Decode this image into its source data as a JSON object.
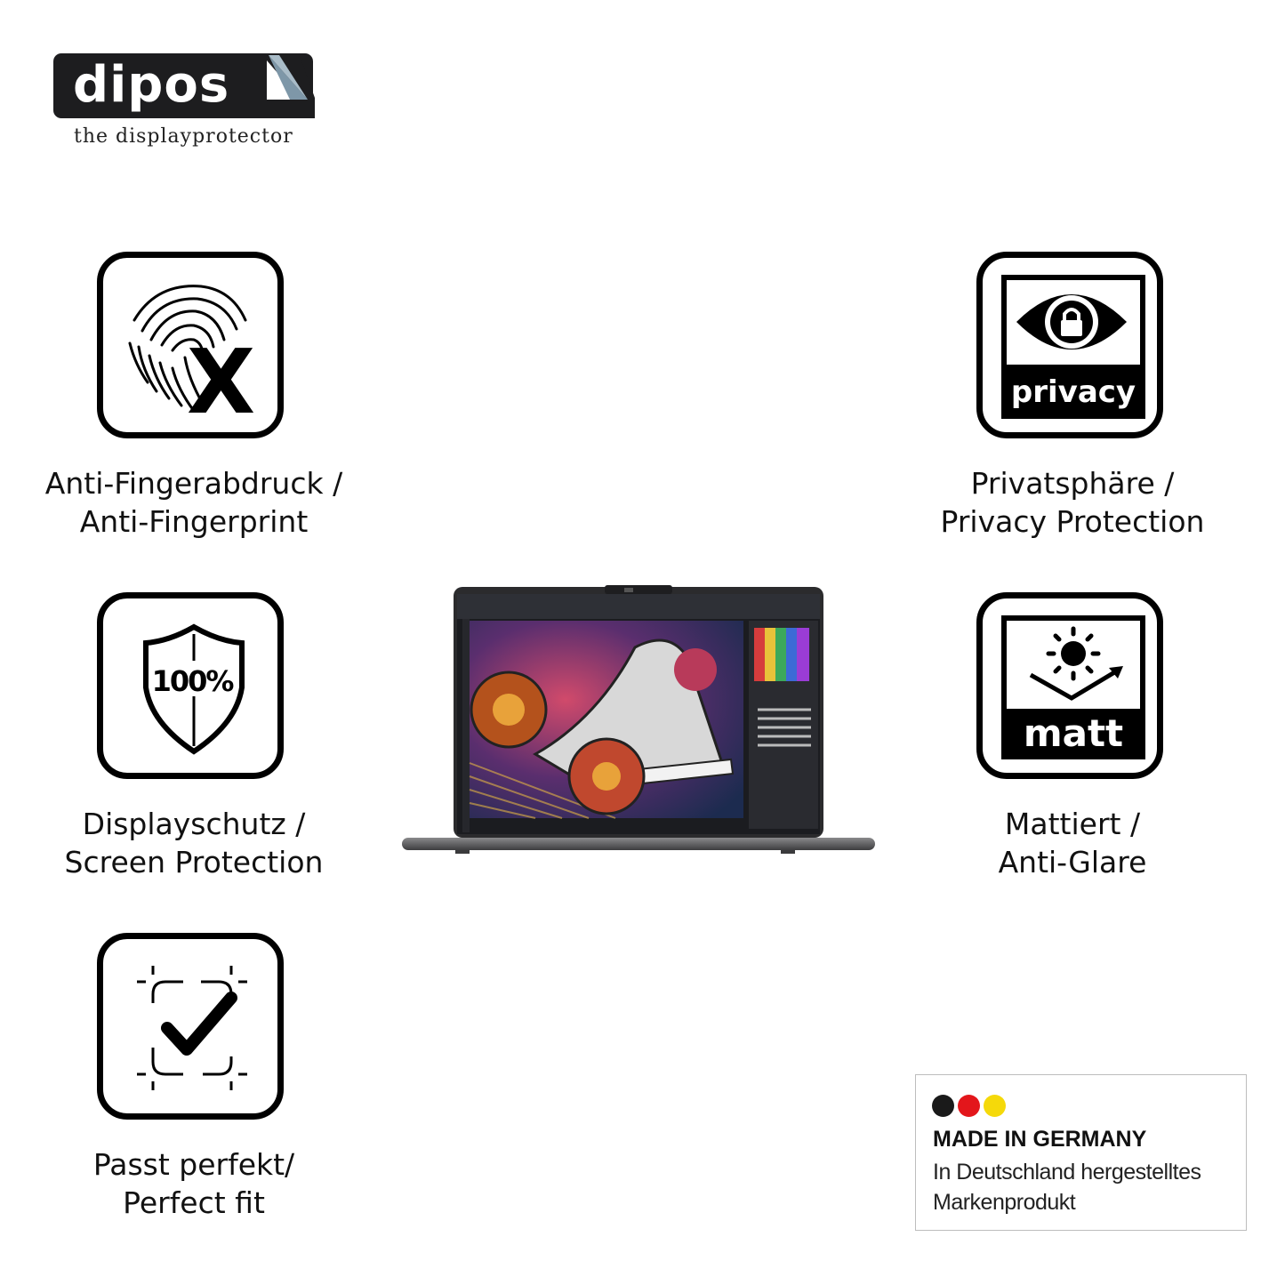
{
  "brand": {
    "name": "dipos",
    "tagline": "the displayprotector"
  },
  "features": [
    {
      "id": "anti-fingerprint",
      "icon": "fingerprint-x-icon",
      "line1": "Anti-Fingerabdruck /",
      "line2": "Anti-Fingerprint"
    },
    {
      "id": "privacy",
      "icon": "privacy-eye-lock-icon",
      "badge": "privacy",
      "line1": "Privatsphäre /",
      "line2": "Privacy Protection"
    },
    {
      "id": "screen-protection",
      "icon": "shield-100-icon",
      "badge": "100%",
      "line1": "Displayschutz /",
      "line2": "Screen Protection"
    },
    {
      "id": "matt",
      "icon": "sun-matt-icon",
      "badge": "matt",
      "line1": "Mattiert /",
      "line2": "Anti-Glare"
    },
    {
      "id": "perfect-fit",
      "icon": "fit-check-icon",
      "line1": "Passt perfekt/",
      "line2": "Perfect fit"
    }
  ],
  "made_in_germany": {
    "flag_colors": [
      "#1a1a1a",
      "#e3161b",
      "#f5d90a"
    ],
    "heading": "MADE IN GERMANY",
    "line1": "In Deutschland hergestelltes",
    "line2": "Markenprodukt"
  },
  "laptop": {
    "icon": "laptop-image"
  }
}
